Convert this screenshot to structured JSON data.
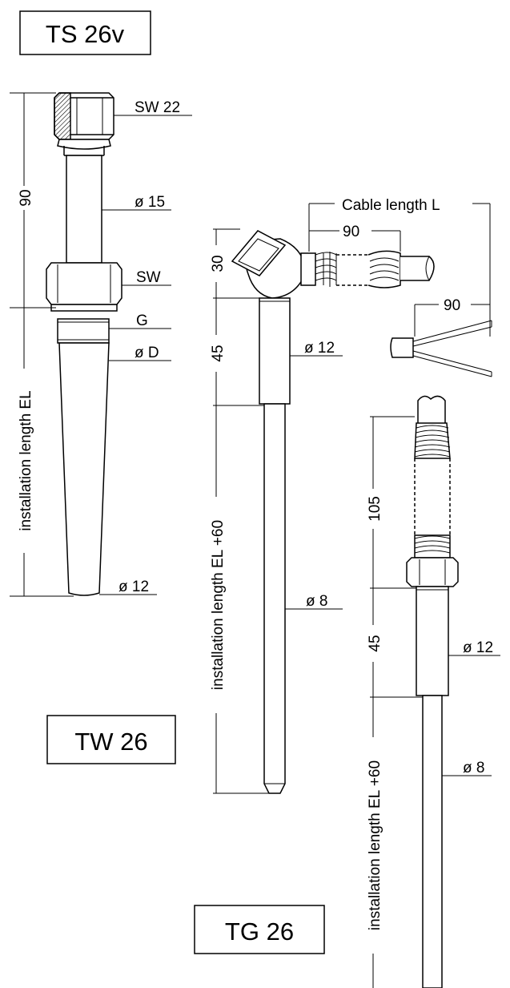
{
  "products": {
    "top": "TS 26v",
    "middle": "TW 26",
    "bottom": "TG 26"
  },
  "ts26v": {
    "overall_height": "90",
    "wrench_top": "SW 22",
    "tube_dia": "ø 15",
    "hex_nut": "SW",
    "thread": "G",
    "thread_dia": "ø D",
    "tip_dia": "ø 12",
    "installation_length": "installation length EL"
  },
  "tw26": {
    "cable_length": "Cable length L",
    "cable_dim": "90",
    "head_height": "30",
    "neck_length": "45",
    "neck_dia": "ø 12",
    "probe_dia": "ø 8",
    "installation_length": "installation length EL +60",
    "lead_length": "90"
  },
  "tg26": {
    "spring_length": "105",
    "neck_length": "45",
    "neck_dia": "ø 12",
    "probe_dia": "ø 8",
    "installation_length": "installation length EL +60"
  }
}
